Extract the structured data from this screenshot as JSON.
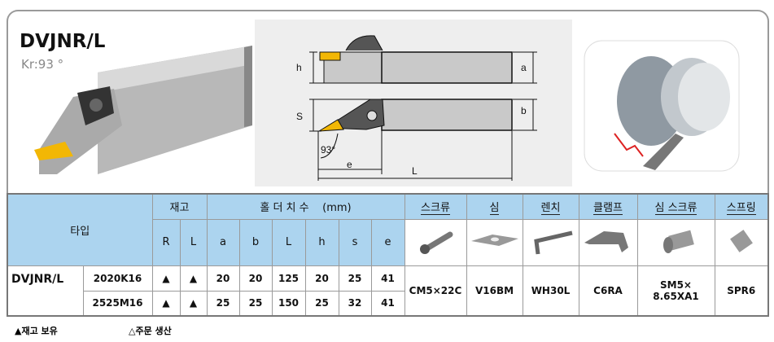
{
  "header": {
    "title": "DVJNR/L",
    "angle": "Kr:93 °"
  },
  "diagram": {
    "h": "h",
    "a": "a",
    "s": "S",
    "b": "b",
    "angle": "93°",
    "e": "e",
    "L": "L"
  },
  "table": {
    "type_header": "타입",
    "stock_header": "재고",
    "dims_header": "홀 더 치 수",
    "dims_unit": "(mm)",
    "stock_cols": [
      "R",
      "L"
    ],
    "dim_cols": [
      "a",
      "b",
      "L",
      "h",
      "s",
      "e"
    ],
    "parts_headers": [
      "스크류",
      "심",
      "렌치",
      "클램프",
      "심 스크류",
      "스프링"
    ],
    "part_icons": [
      "screw-icon",
      "shim-icon",
      "wrench-icon",
      "clamp-icon",
      "shim-screw-icon",
      "spring-icon"
    ],
    "type_name": "DVJNR/L",
    "rows": [
      {
        "model": "2020K16",
        "R": "▲",
        "L": "▲",
        "a": "20",
        "b": "20",
        "len": "125",
        "h": "20",
        "s": "25",
        "e": "41"
      },
      {
        "model": "2525M16",
        "R": "▲",
        "L": "▲",
        "a": "25",
        "b": "25",
        "len": "150",
        "h": "25",
        "s": "32",
        "e": "41"
      }
    ],
    "parts": [
      "CM5×22C",
      "V16BM",
      "WH30L",
      "C6RA",
      "SM5× 8.65XA1",
      "SPR6"
    ]
  },
  "legend": {
    "in_stock": "▲재고 보유",
    "made_to_order": "△주문 생산"
  }
}
